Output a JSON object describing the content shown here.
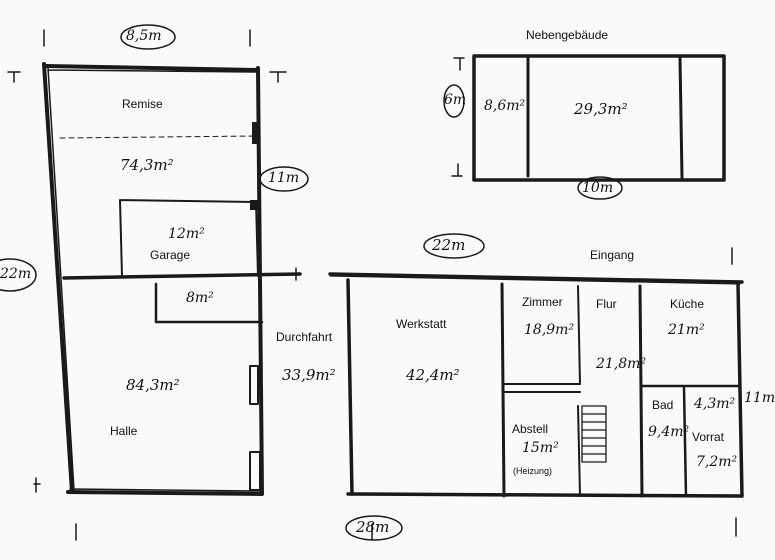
{
  "title": "Nebengebäude",
  "dimensions": {
    "main_top_width": "8,5m",
    "main_height": "11m",
    "left_height": "22m",
    "center_width": "22m",
    "bottom_width": "28m",
    "annex_height": "6m",
    "annex_width": "10m",
    "right_height": "11m"
  },
  "rooms": {
    "remise": {
      "name": "Remise",
      "area": "74,3m²"
    },
    "garage": {
      "name": "Garage",
      "area": "12m²"
    },
    "small": {
      "area": "8m²"
    },
    "halle": {
      "name": "Halle",
      "area": "84,3m²"
    },
    "durchfahrt": {
      "name": "Durchfahrt",
      "area": "33,9m²"
    },
    "werkstatt": {
      "name": "Werkstatt",
      "area": "42,4m²"
    },
    "eingang": {
      "name": "Eingang"
    },
    "zimmer": {
      "name": "Zimmer",
      "area": "18,9m²"
    },
    "flur": {
      "name": "Flur",
      "area": "21,8m²"
    },
    "kueche": {
      "name": "Küche",
      "area": "21m²"
    },
    "abstell": {
      "name": "Abstell",
      "area": "15m²",
      "note": "(Heizung)"
    },
    "bad": {
      "name": "Bad",
      "area": "9,4m²"
    },
    "vorrat": {
      "name": "Vorrat",
      "area": "7,2m²"
    },
    "vorrat_upper": {
      "area": "4,3m²"
    },
    "annex_left": {
      "area": "8,6m²"
    },
    "annex_main": {
      "area": "29,3m²"
    }
  }
}
